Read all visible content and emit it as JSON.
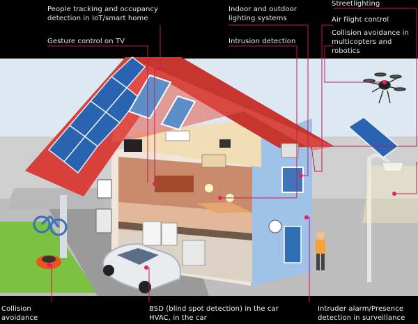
{
  "labels": {
    "people_tracking": "People tracking and occupancy\ndetection in IoT/smart home",
    "gesture_control": "Gesture control on TV",
    "lighting_systems": "Indoor and outdoor\nlighting systems",
    "intrusion_detection": "Intrusion detection",
    "streetlighting": "Streetlighting",
    "air_flight_control": "Air flight control",
    "collision_multicopters": "Collision avoidance in\nmulticopters and robotics",
    "collision_avoidance": "Collision\navoidance",
    "bsd_hvac": "BSD (blind spot detection) in the car\nHVAC, in the car",
    "intruder_alarm": "Intruder alarm/Presence\ndetection in surveillance"
  },
  "colors": {
    "callout_line": "#c2185b",
    "marker": "#e91e63",
    "background": "#000000",
    "sky": "#dde9f2",
    "ground": "#cfcfcf",
    "lawn": "#7cc242",
    "roof": "#d8403a",
    "wall": "#9fc3e8",
    "solar_panel": "#2a64b0"
  }
}
